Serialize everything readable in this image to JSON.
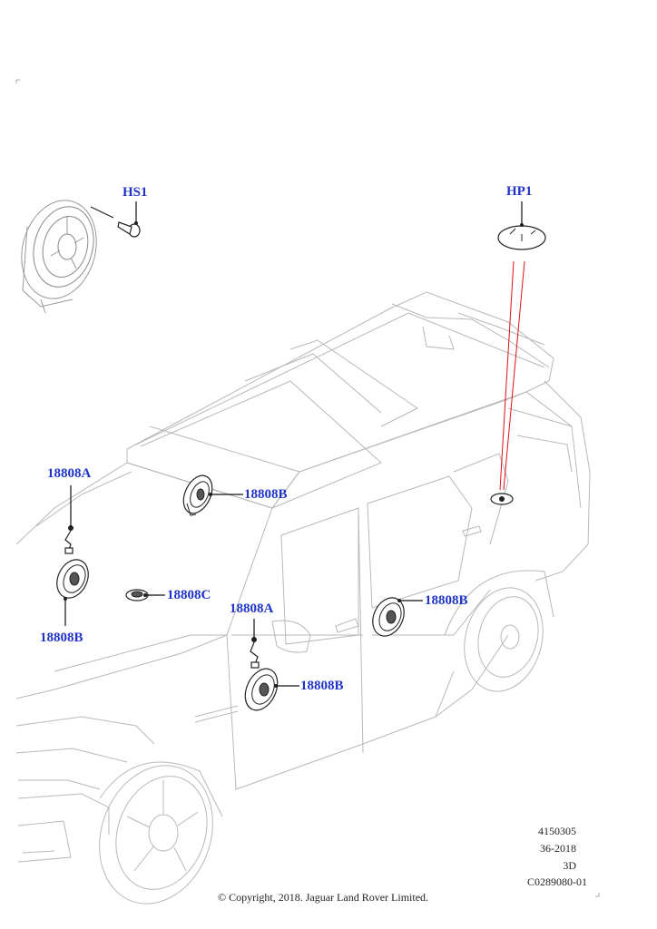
{
  "callouts": {
    "hs1": "HS1",
    "hp1": "HP1",
    "a18808b_dash": "18808B",
    "a18808a_left": "18808A",
    "a18808b_left": "18808B",
    "a18808c": "18808C",
    "a18808a_door": "18808A",
    "a18808b_door": "18808B",
    "a18808b_rear": "18808B"
  },
  "reference": {
    "line1": "4150305",
    "line2": "36-2018",
    "line3": "3D",
    "line4": "C0289080-01"
  },
  "copyright": "© Copyright, 2018. Jaguar Land Rover Limited.",
  "colors": {
    "callout": "#1f33c9",
    "leader": "#111111",
    "car_outline": "#b8b8b8",
    "highlight_line": "#e01010"
  }
}
